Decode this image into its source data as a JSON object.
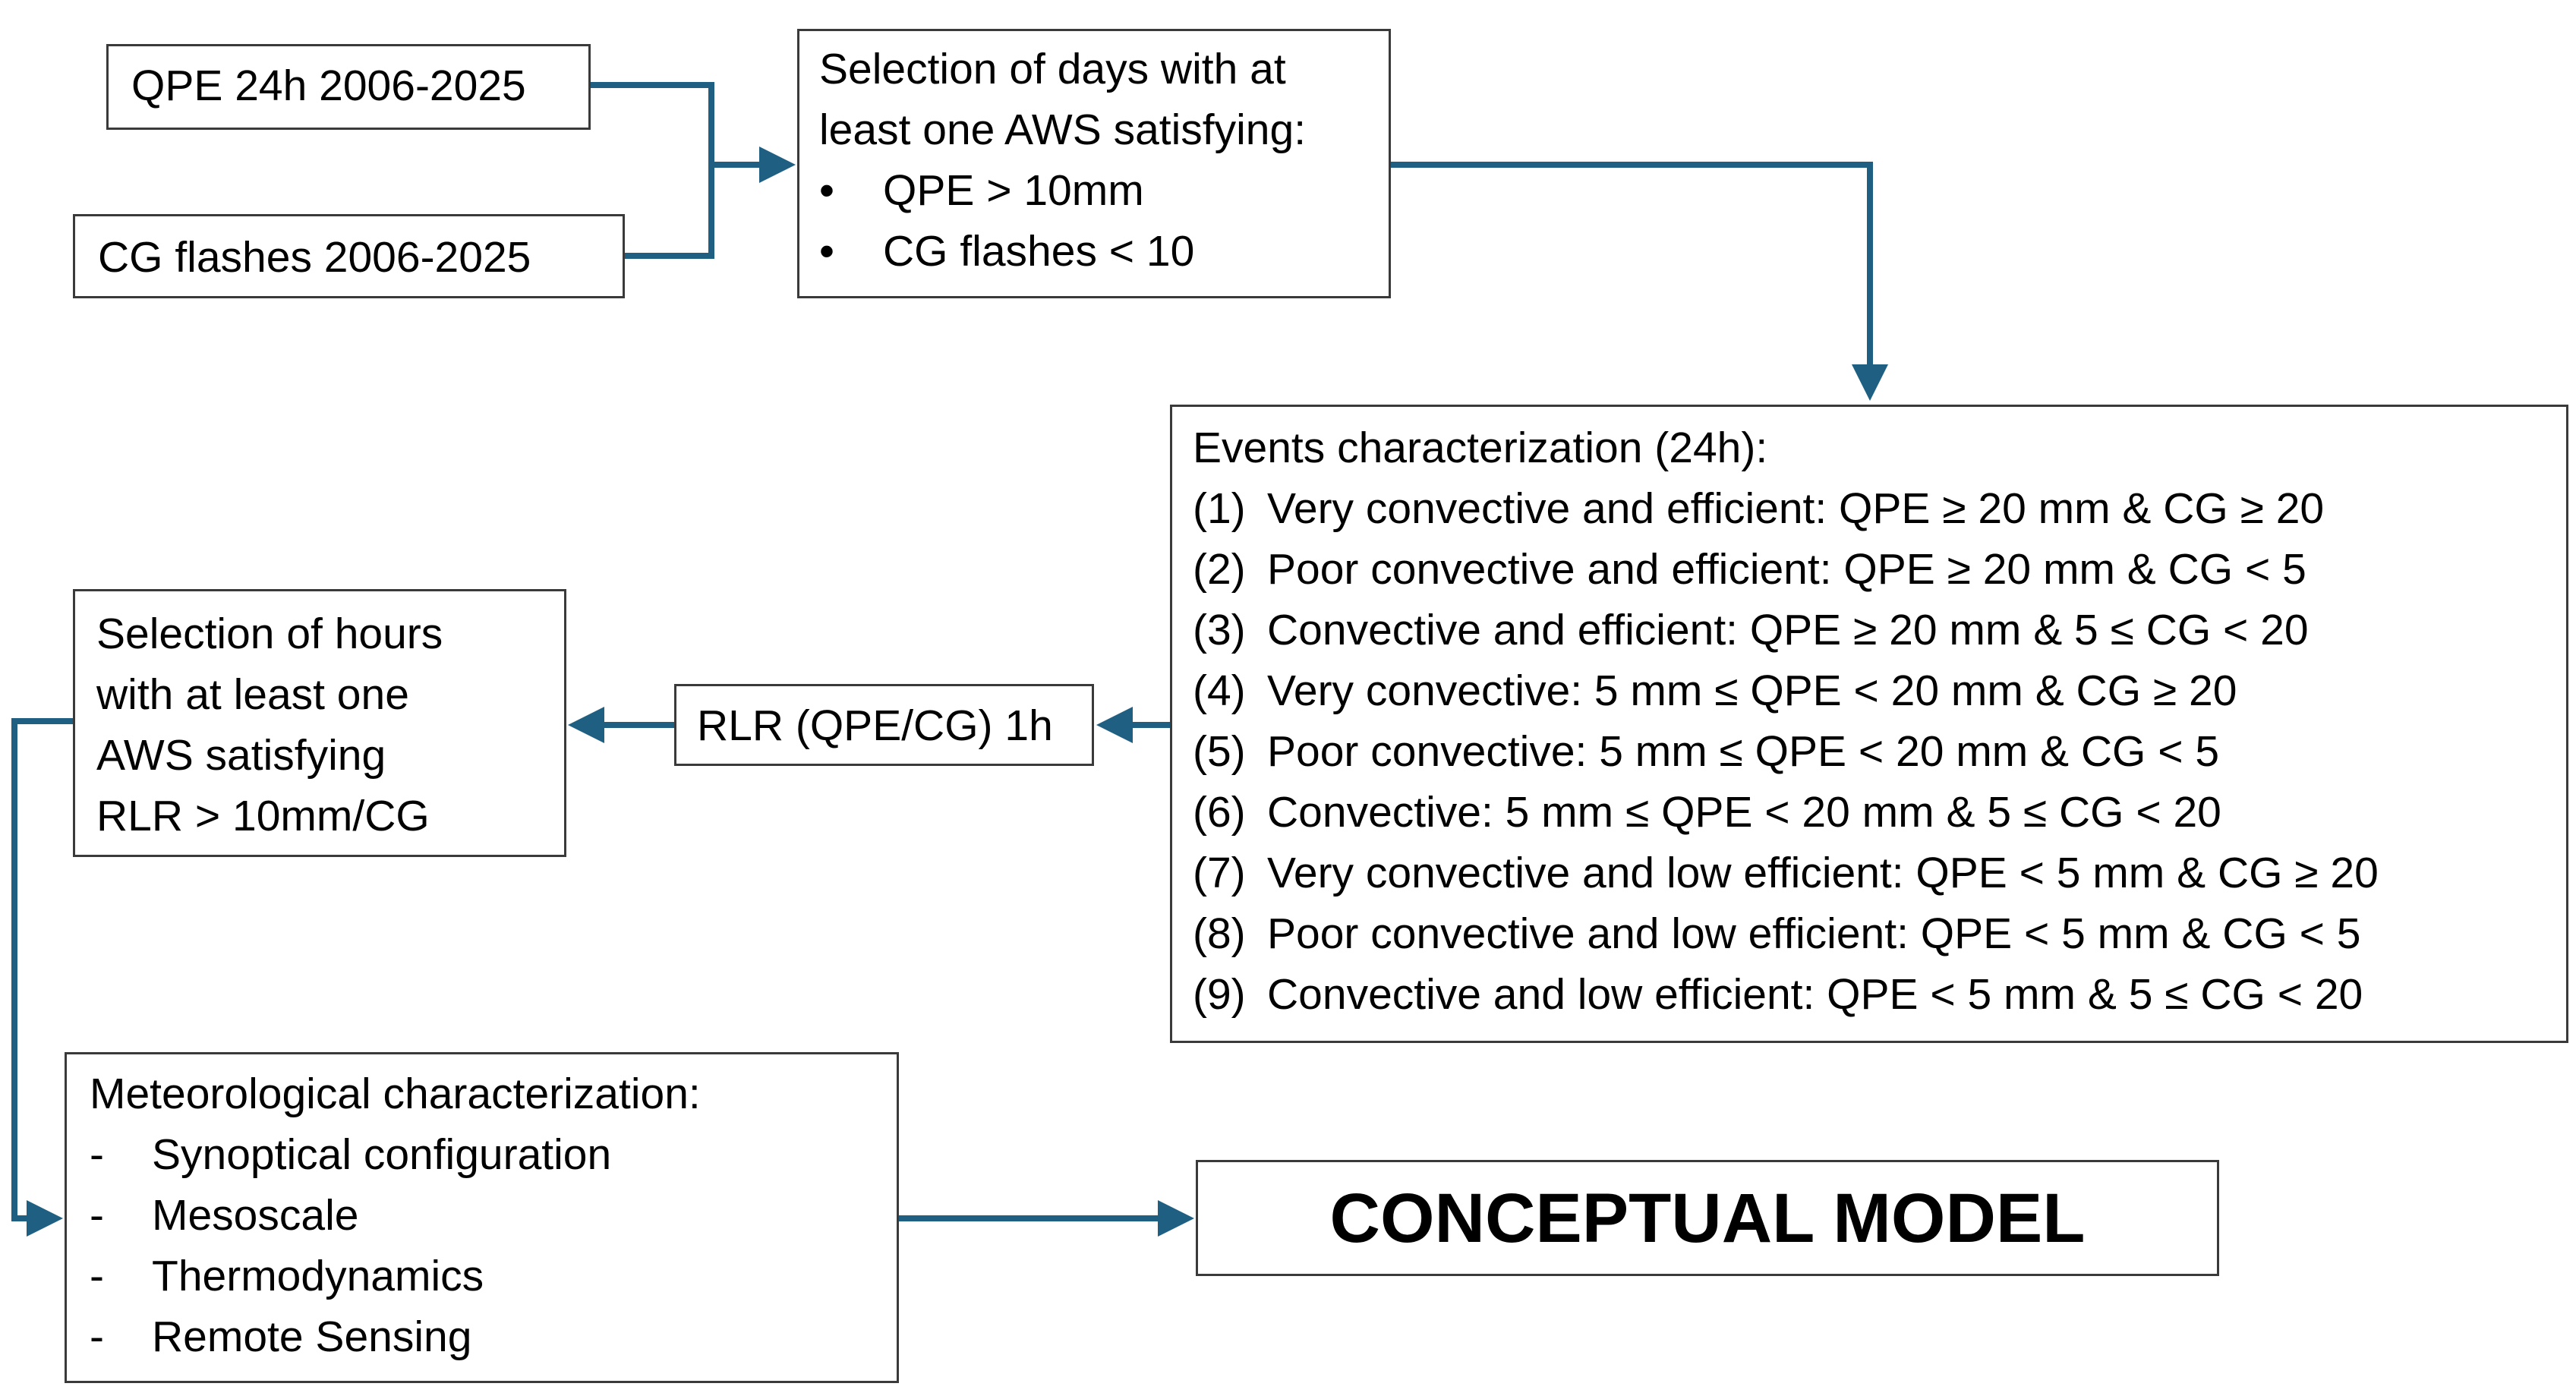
{
  "colors": {
    "arrow": "#1f5f82",
    "box_border": "#3a3a3a",
    "text": "#000000"
  },
  "inputs": {
    "qpe": "QPE 24h 2006-2025",
    "cg": "CG flashes 2006-2025"
  },
  "day_selection": {
    "title_lines": [
      "Selection of days with at",
      "least one AWS satisfying:"
    ],
    "bullet_marker": "•",
    "criteria": [
      "QPE > 10mm",
      "CG flashes < 10"
    ]
  },
  "events": {
    "title": "Events characterization (24h):",
    "items": [
      {
        "num": "(1)",
        "text": "Very convective and efficient: QPE ≥ 20 mm & CG ≥ 20"
      },
      {
        "num": "(2)",
        "text": "Poor convective and efficient: QPE ≥ 20 mm & CG < 5"
      },
      {
        "num": "(3)",
        "text": "Convective and efficient: QPE ≥ 20 mm & 5 ≤ CG < 20"
      },
      {
        "num": "(4)",
        "text": "Very convective: 5 mm ≤ QPE < 20 mm & CG ≥ 20"
      },
      {
        "num": "(5)",
        "text": "Poor convective: 5 mm ≤ QPE < 20 mm & CG < 5"
      },
      {
        "num": "(6)",
        "text": "Convective: 5 mm ≤ QPE < 20 mm & 5 ≤ CG < 20"
      },
      {
        "num": "(7)",
        "text": "Very convective and low efficient: QPE < 5 mm & CG ≥ 20"
      },
      {
        "num": "(8)",
        "text": "Poor convective and low efficient: QPE < 5 mm & CG < 5"
      },
      {
        "num": "(9)",
        "text": "Convective and low efficient: QPE < 5 mm &  5 ≤ CG < 20"
      }
    ]
  },
  "rlr": {
    "label": "RLR (QPE/CG) 1h"
  },
  "hour_selection": {
    "lines": [
      "Selection of hours",
      "with at least one",
      "AWS satisfying",
      "RLR > 10mm/CG"
    ]
  },
  "meteo": {
    "title": "Meteorological characterization:",
    "dash_marker": "-",
    "items": [
      "Synoptical configuration",
      "Mesoscale",
      "Thermodynamics",
      "Remote Sensing"
    ]
  },
  "conceptual": {
    "label": "CONCEPTUAL MODEL"
  }
}
